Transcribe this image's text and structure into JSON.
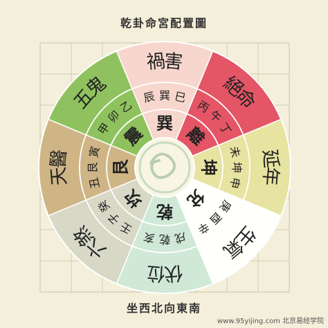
{
  "title": "乾卦命宮配置圖",
  "subtitle": "坐西北向東南",
  "watermark": "www.95yijing.com 北京易经学院",
  "colors": {
    "background": "#f4efda",
    "grid": "#c9c3aa",
    "yanian": "#e7e3a1",
    "shengqi": "#fffffb",
    "liusha": "#d8d8c7",
    "fuwei": "#cfe9d6",
    "huohai": "#f7d7cd",
    "jueming": "#e45566",
    "wugui": "#8fc25e",
    "tianyi": "#cfb585",
    "ring": "#d6ca95",
    "inner": "#f8f5e5"
  },
  "palaces": [
    {
      "name": "禍害",
      "color_key": "huohai"
    },
    {
      "name": "絕命",
      "color_key": "jueming"
    },
    {
      "name": "延年",
      "color_key": "yanian"
    },
    {
      "name": "生氣",
      "color_key": "shengqi"
    },
    {
      "name": "伏位",
      "color_key": "fuwei"
    },
    {
      "name": "六煞",
      "color_key": "liusha"
    },
    {
      "name": "天醫",
      "color_key": "tianyi"
    },
    {
      "name": "五鬼",
      "color_key": "wugui"
    }
  ],
  "mountains": [
    "辰巽巳",
    "丙午丁",
    "未坤申",
    "庚酉辛",
    "戌乾亥",
    "壬子癸",
    "丑艮寅",
    "甲卯乙"
  ],
  "trigrams": [
    "巽",
    "離",
    "坤",
    "兌",
    "乾",
    "坎",
    "艮",
    "震"
  ],
  "center_icon": "dragon-emblem-icon"
}
